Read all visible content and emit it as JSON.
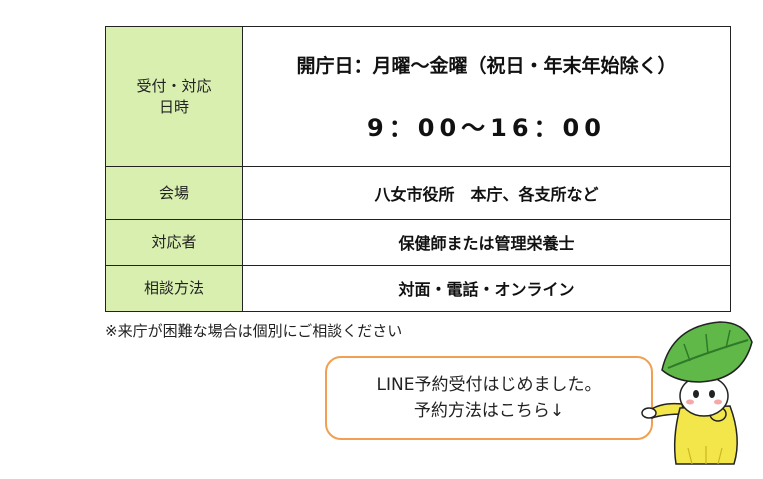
{
  "table": {
    "rows": [
      {
        "label_line1": "受付・対応",
        "label_line2": "日時",
        "days": "開庁日：月曜～金曜（祝日・年末年始除く）",
        "time": "9：00～16：00"
      },
      {
        "label": "会場",
        "value": "八女市役所　本庁、各支所など"
      },
      {
        "label": "対応者",
        "value": "保健師または管理栄養士"
      },
      {
        "label": "相談方法",
        "value": "対面・電話・オンライン"
      }
    ],
    "label_bg": "#d8efb0"
  },
  "note": "※来庁が困難な場合は個別にご相談ください",
  "callout": {
    "line1": "LINE予約受付はじめました。",
    "line2": "予約方法はこちら↓",
    "border_color": "#f0a050"
  },
  "mascot": {
    "icon": "leaf-mascot-icon"
  }
}
